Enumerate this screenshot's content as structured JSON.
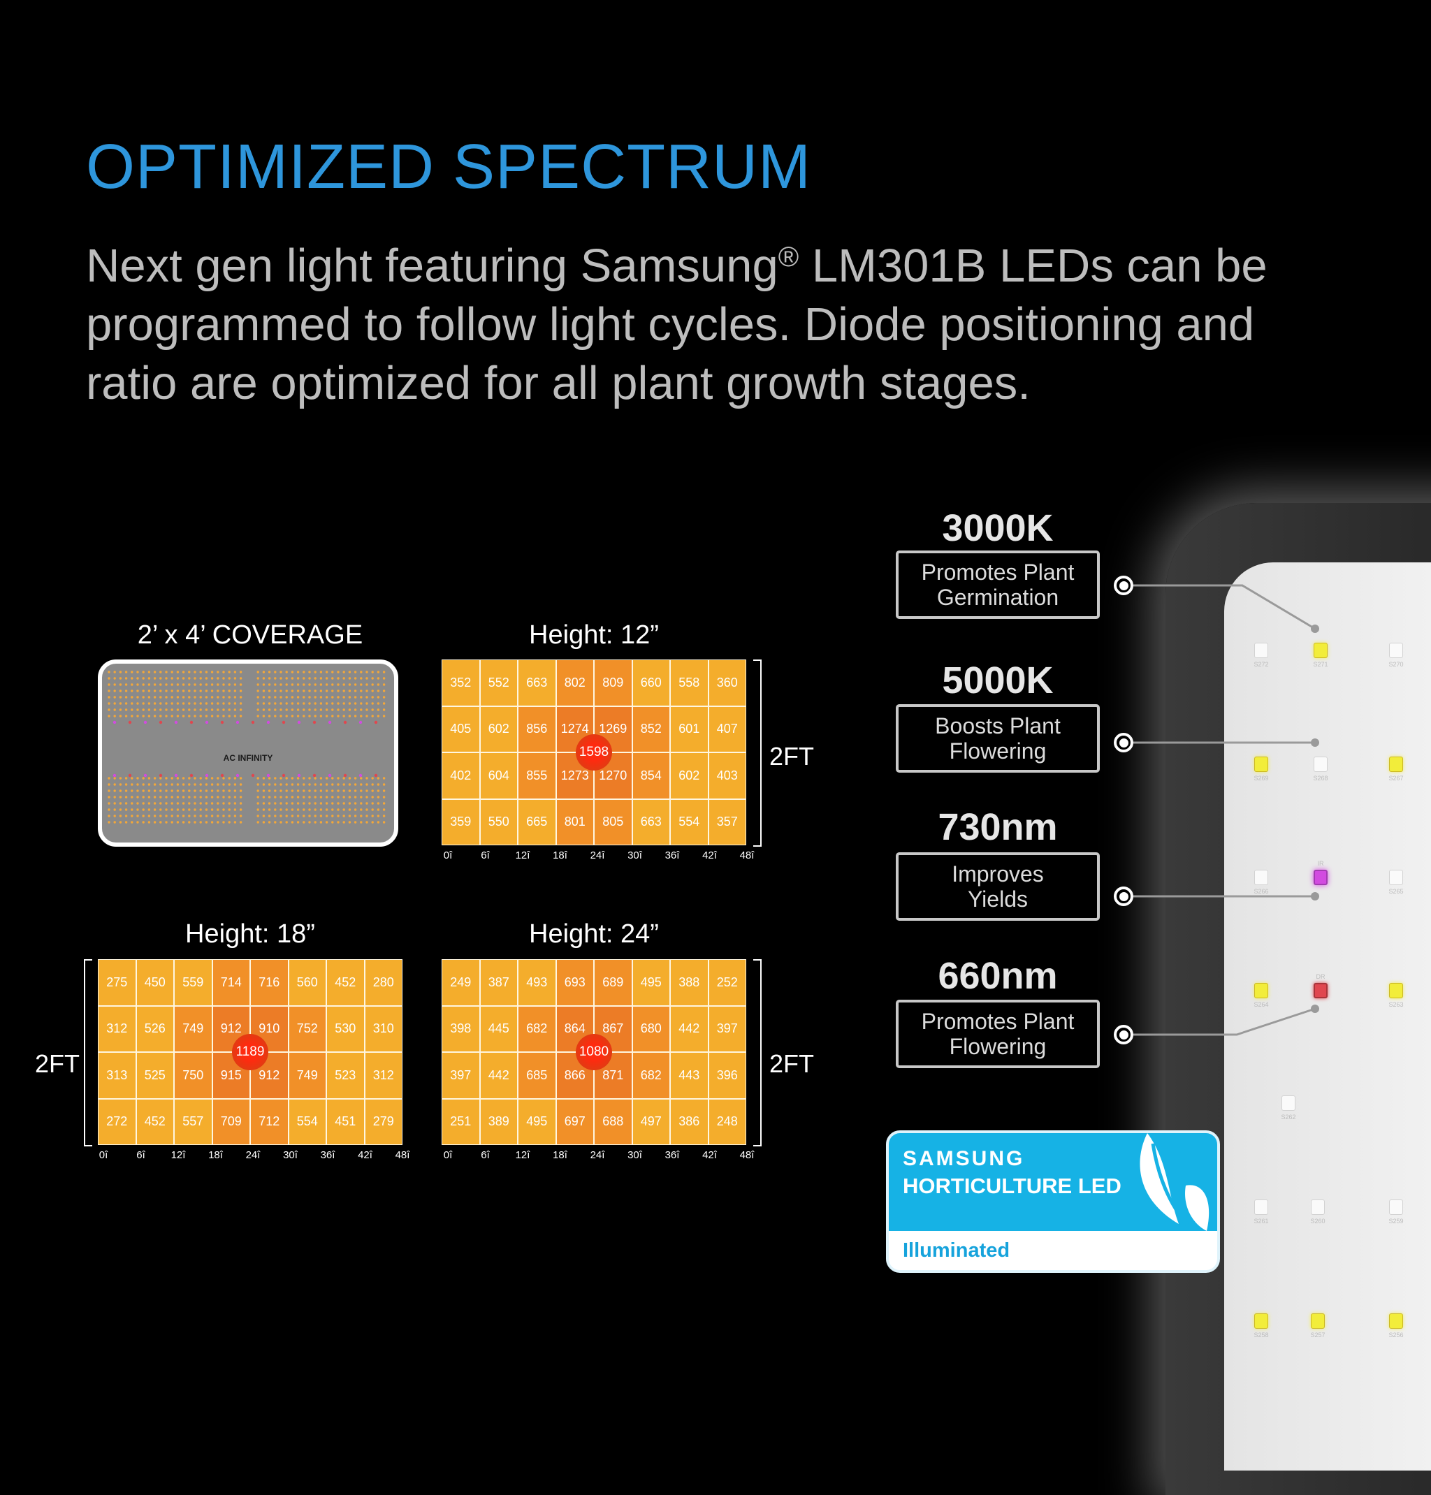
{
  "header": {
    "title": "OPTIMIZED SPECTRUM",
    "body_line1": "Next gen light featuring Samsung",
    "registered_mark": "®",
    "body_line1_end": " LM301B LEDs can be",
    "body_line2": "programmed to follow light cycles. Diode positioning and",
    "body_line3": "ratio are optimized for all plant growth stages."
  },
  "coverage": {
    "title": "2’ x 4’ COVERAGE",
    "brand_label": "AC INFINITY"
  },
  "colors": {
    "accent": "#2e96dc",
    "cell_low": "#f4ad2c",
    "cell_mid": "#f19028",
    "cell_high": "#ec7c26",
    "hotspot": "#ff2a10"
  },
  "ppfd_charts": [
    {
      "title": "Height: 12”",
      "dimension_label": "2FT",
      "peak": "1598",
      "x_ticks": [
        "0î",
        "6î",
        "12î",
        "18î",
        "24î",
        "30î",
        "36î",
        "42î",
        "48î"
      ],
      "rows": [
        [
          "352",
          "552",
          "663",
          "802",
          "809",
          "660",
          "558",
          "360"
        ],
        [
          "405",
          "602",
          "856",
          "1274",
          "1269",
          "852",
          "601",
          "407"
        ],
        [
          "402",
          "604",
          "855",
          "1273",
          "1270",
          "854",
          "602",
          "403"
        ],
        [
          "359",
          "550",
          "665",
          "801",
          "805",
          "663",
          "554",
          "357"
        ]
      ]
    },
    {
      "title": "Height: 18”",
      "dimension_label": "2FT",
      "peak": "1189",
      "x_ticks": [
        "0î",
        "6î",
        "12î",
        "18î",
        "24î",
        "30î",
        "36î",
        "42î",
        "48î"
      ],
      "rows": [
        [
          "275",
          "450",
          "559",
          "714",
          "716",
          "560",
          "452",
          "280"
        ],
        [
          "312",
          "526",
          "749",
          "912",
          "910",
          "752",
          "530",
          "310"
        ],
        [
          "313",
          "525",
          "750",
          "915",
          "912",
          "749",
          "523",
          "312"
        ],
        [
          "272",
          "452",
          "557",
          "709",
          "712",
          "554",
          "451",
          "279"
        ]
      ]
    },
    {
      "title": "Height: 24”",
      "dimension_label": "2FT",
      "peak": "1080",
      "x_ticks": [
        "0î",
        "6î",
        "12î",
        "18î",
        "24î",
        "30î",
        "36î",
        "42î",
        "48î"
      ],
      "rows": [
        [
          "249",
          "387",
          "493",
          "693",
          "689",
          "495",
          "388",
          "252"
        ],
        [
          "398",
          "445",
          "682",
          "864",
          "867",
          "680",
          "442",
          "397"
        ],
        [
          "397",
          "442",
          "685",
          "866",
          "871",
          "682",
          "443",
          "396"
        ],
        [
          "251",
          "389",
          "495",
          "697",
          "688",
          "497",
          "386",
          "248"
        ]
      ]
    }
  ],
  "spectrum": [
    {
      "value": "3000K",
      "line1": "Promotes Plant",
      "line2": "Germination"
    },
    {
      "value": "5000K",
      "line1": "Boosts Plant",
      "line2": "Flowering"
    },
    {
      "value": "730nm",
      "line1": "Improves",
      "line2": "Yields"
    },
    {
      "value": "660nm",
      "line1": "Promotes Plant",
      "line2": "Flowering"
    }
  ],
  "badge": {
    "brand": "SAMSUNG",
    "product": "HORTICULTURE LED",
    "status": "Illuminated"
  },
  "panel_leds": [
    {
      "type": "white",
      "code": "S272"
    },
    {
      "type": "yellow",
      "code": "S271"
    },
    {
      "type": "white",
      "code": "S270"
    },
    {
      "type": "yellow",
      "code": "S269"
    },
    {
      "type": "white",
      "code": "S268"
    },
    {
      "type": "yellow",
      "code": "S267"
    },
    {
      "type": "white",
      "code": "S266"
    },
    {
      "type": "ir",
      "code": "IR"
    },
    {
      "type": "white",
      "code": "S265"
    },
    {
      "type": "yellow",
      "code": "S264"
    },
    {
      "type": "red",
      "code": "DR"
    },
    {
      "type": "yellow",
      "code": "S263"
    },
    {
      "type": "white",
      "code": "S262"
    },
    {
      "type": "white",
      "code": "S261"
    },
    {
      "type": "white",
      "code": "S260"
    },
    {
      "type": "white",
      "code": "S259"
    },
    {
      "type": "yellow",
      "code": "S258"
    },
    {
      "type": "yellow",
      "code": "S257"
    },
    {
      "type": "yellow",
      "code": "S256"
    }
  ]
}
